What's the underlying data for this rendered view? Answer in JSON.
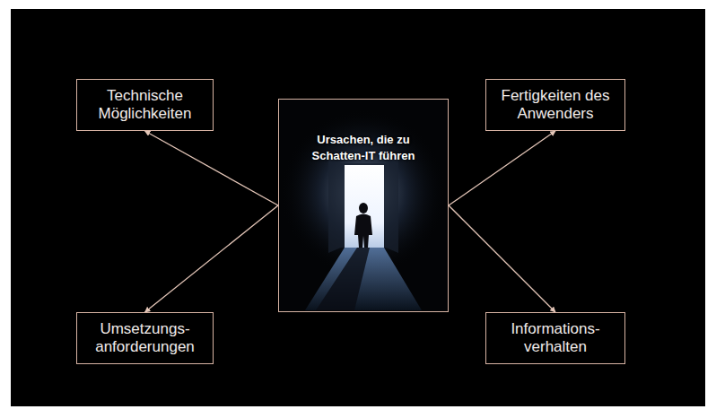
{
  "diagram": {
    "nodes": [
      {
        "text": [
          "Technische Möglichkeiten"
        ]
      },
      {
        "text": [
          "Ursachen, die zu Schatten-IT führen"
        ]
      },
      {
        "text": [
          "Fertigkeiten des Anwenders"
        ]
      },
      {
        "text": [
          "Umsetzungs- anforderungen"
        ]
      },
      {
        "text": [
          "Informations- verhalten"
        ]
      }
    ],
    "edges": [
      {
        "from": 1,
        "to": 0,
        "arrow": "to"
      },
      {
        "from": 1,
        "to": 2,
        "arrow": "to"
      },
      {
        "from": 1,
        "to": 3,
        "arrow": "to"
      },
      {
        "from": 1,
        "to": 4,
        "arrow": "to"
      }
    ]
  }
}
